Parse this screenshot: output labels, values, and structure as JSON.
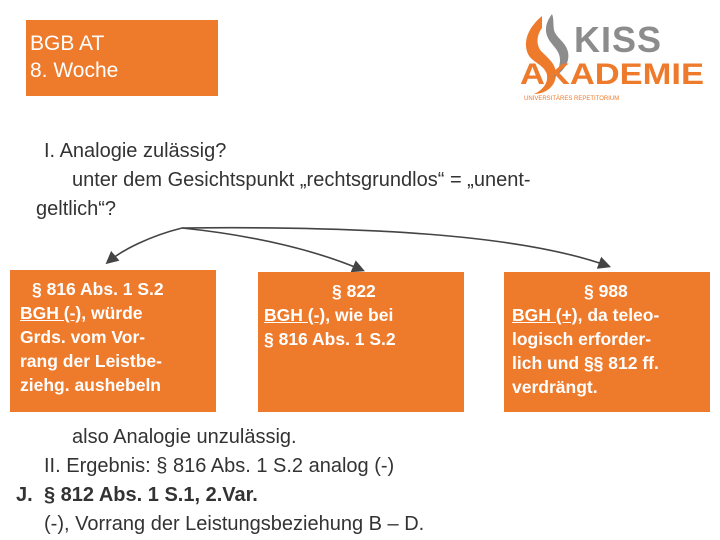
{
  "header": {
    "title_line1": "BGB AT",
    "title_line2": "8. Woche"
  },
  "logo": {
    "word1": "KISS",
    "word2": "AKADEMIE",
    "tagline": "UNIVERSITÄRES REPETITORIUM",
    "icon": "flame-s-icon"
  },
  "question": {
    "line1": "I.  Analogie zulässig?",
    "line2": "unter dem Gesichtspunkt „rechtsgrundlos“ = „unent-",
    "line3": "geltlich“?"
  },
  "boxes": [
    {
      "heading": "§ 816 Abs. 1 S.2",
      "court": "BGH (-)",
      "rest1": ", würde",
      "line3": "Grds. vom Vor-",
      "line4": "rang der Leistbe-",
      "line5": "ziehg. aushebeln"
    },
    {
      "heading": "§ 822",
      "court": "BGH (-)",
      "rest1": ", wie bei",
      "line3": "§ 816 Abs. 1 S.2"
    },
    {
      "heading": "§ 988",
      "court": "BGH (+)",
      "rest1": ", da teleo-",
      "line3": "logisch erforder-",
      "line4": "lich und §§ 812 ff.",
      "line5": "verdrängt."
    }
  ],
  "conclusion": {
    "line1": "also Analogie unzulässig.",
    "line2": "II. Ergebnis: § 816 Abs. 1 S.2 analog (-)",
    "line3_prefix": "J.",
    "line3": "§ 812 Abs. 1 S.1, 2.Var.",
    "line4": "(-), Vorrang der Leistungsbeziehung B – D."
  },
  "colors": {
    "accent": "#ee7a2b",
    "text": "#333333",
    "logo_gray": "#8c8c8c"
  }
}
